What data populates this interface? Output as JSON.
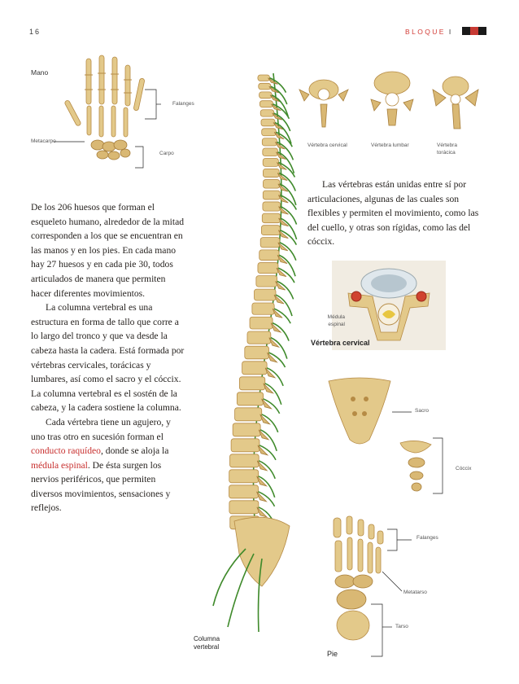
{
  "header": {
    "page_number": "16",
    "block_label": "BLOQUE",
    "block_roman": "I"
  },
  "hand": {
    "title": "Mano",
    "labels": {
      "phalanges": "Falanges",
      "metacarpus": "Metacarpo",
      "carpus": "Carpo"
    }
  },
  "vertebrae_types": {
    "cervical": "Vértebra cervical",
    "lumbar": "Vértebra lumbar",
    "thoracic_line1": "Vértebra",
    "thoracic_line2": "torácica"
  },
  "right_text": "Las vértebras están unidas entre sí por articulaciones, algunas de las cuales son flexibles y permiten el movimiento, como las del cuello, y otras son rígidas, como las del cóccix.",
  "cervical_detail": {
    "spinal_cord_line1": "Médula",
    "spinal_cord_line2": "espinal",
    "caption": "Vértebra cervical"
  },
  "pelvis_labels": {
    "sacrum": "Sacro",
    "coccyx": "Cóccix"
  },
  "foot": {
    "title": "Pie",
    "labels": {
      "phalanges": "Falanges",
      "metatarsus": "Metatarso",
      "tarsus": "Tarso"
    }
  },
  "spine": {
    "caption_line1": "Columna",
    "caption_line2": "vertebral"
  },
  "body_text": {
    "para1": "De los 206 huesos que forman el esqueleto humano, alrededor de la mitad corresponden a los que se encuentran en las manos y en los pies. En cada mano hay 27 huesos y en cada pie 30, todos articulados de manera que permiten hacer diferentes movimientos.",
    "para2": "La columna vertebral es una estructura en forma de tallo que corre a lo largo del tronco y que va desde la cabeza hasta la cadera. Está formada por vértebras cervicales, torácicas y lumbares, así como el sacro y el cóccix. La columna vertebral es el sostén de la cabeza, y la cadera sostiene la columna.",
    "para3_a": "Cada vértebra tiene un agujero, y uno tras otro en sucesión forman el ",
    "para3_term1": "conducto raquídeo",
    "para3_b": ", donde se aloja la ",
    "para3_term2": "médula espinal",
    "para3_c": ". De ésta surgen los nervios periféricos, que permiten diversos movimientos, sensaciones y reflejos."
  },
  "colors": {
    "accent": "#c8302f",
    "bone": "#e3c98a",
    "nerve": "#3f8a2b"
  }
}
